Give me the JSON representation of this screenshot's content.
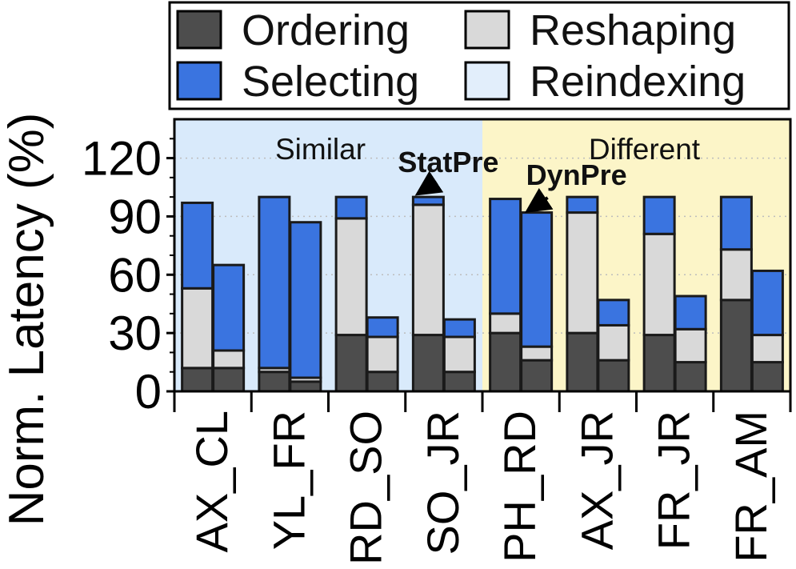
{
  "chart_data": {
    "type": "bar",
    "stacked": true,
    "ylabel": "Norm. Latency (%)",
    "ylim": [
      0,
      140
    ],
    "yticks": [
      0,
      30,
      60,
      90,
      120
    ],
    "grid": true,
    "legend_position": "top",
    "categories": [
      "AX_CL",
      "YL_FR",
      "RD_SO",
      "SO_JR",
      "PH_RD",
      "AX_JR",
      "FR_JR",
      "FR_AM"
    ],
    "bar_variants": [
      "StatPre",
      "DynPre"
    ],
    "series": [
      {
        "name": "Ordering",
        "color": "#4d4d4d",
        "values": [
          [
            12,
            12
          ],
          [
            10,
            5
          ],
          [
            29,
            10
          ],
          [
            29,
            10
          ],
          [
            30,
            16
          ],
          [
            30,
            16
          ],
          [
            29,
            15
          ],
          [
            47,
            15
          ]
        ]
      },
      {
        "name": "Reshaping",
        "color": "#d9d9d9",
        "values": [
          [
            41,
            9
          ],
          [
            2,
            2
          ],
          [
            60,
            18
          ],
          [
            67,
            18
          ],
          [
            10,
            7
          ],
          [
            62,
            18
          ],
          [
            52,
            17
          ],
          [
            26,
            14
          ]
        ]
      },
      {
        "name": "Selecting",
        "color": "#3a74e0",
        "values": [
          [
            44,
            44
          ],
          [
            88,
            80
          ],
          [
            11,
            10
          ],
          [
            4,
            9
          ],
          [
            59,
            69
          ],
          [
            8,
            13
          ],
          [
            19,
            17
          ],
          [
            27,
            33
          ]
        ]
      },
      {
        "name": "Reindexing",
        "color": "#e2eefb",
        "values": [
          [
            0,
            0
          ],
          [
            0,
            0
          ],
          [
            0,
            0
          ],
          [
            0,
            0
          ],
          [
            0,
            0
          ],
          [
            0,
            0
          ],
          [
            0,
            0
          ],
          [
            0,
            0
          ]
        ]
      }
    ],
    "regions": [
      {
        "label": "Similar",
        "from": 0,
        "to": 4,
        "color": "#d9eafb"
      },
      {
        "label": "Different",
        "from": 4,
        "to": 8,
        "color": "#fcf5c8"
      }
    ],
    "annotations": [
      {
        "text": "StatPre",
        "category": 3,
        "bar": 0
      },
      {
        "text": "DynPre",
        "category": 4,
        "bar": 1
      }
    ]
  }
}
